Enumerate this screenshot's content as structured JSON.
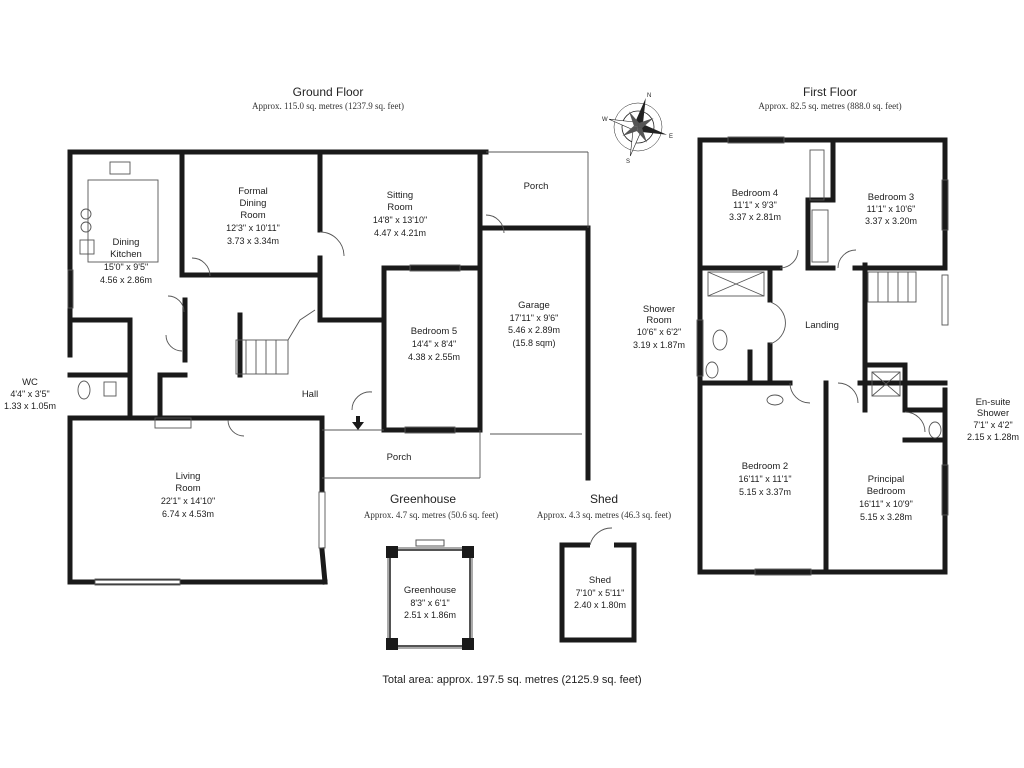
{
  "ground_floor": {
    "title": "Ground Floor",
    "area": "Approx. 115.0 sq. metres (1237.9 sq. feet)",
    "rooms": [
      {
        "name": [
          "Dining",
          "Kitchen"
        ],
        "imperial": "15'0\" x 9'5\"",
        "metric": "4.56 x 2.86m"
      },
      {
        "name": [
          "Formal",
          "Dining",
          "Room"
        ],
        "imperial": "12'3\" x 10'11\"",
        "metric": "3.73 x 3.34m"
      },
      {
        "name": [
          "Sitting",
          "Room"
        ],
        "imperial": "14'8\" x 13'10\"",
        "metric": "4.47 x 4.21m"
      },
      {
        "name": [
          "Porch"
        ],
        "imperial": "",
        "metric": ""
      },
      {
        "name": [
          "Garage"
        ],
        "imperial": "17'11\" x 9'6\"",
        "metric": "5.46 x 2.89m",
        "extra": "(15.8 sqm)"
      },
      {
        "name": [
          "Bedroom 5"
        ],
        "imperial": "14'4\" x 8'4\"",
        "metric": "4.38 x 2.55m"
      },
      {
        "name": [
          "Hall"
        ],
        "imperial": "",
        "metric": ""
      },
      {
        "name": [
          "WC"
        ],
        "imperial": "4'4\" x 3'5\"",
        "metric": "1.33 x 1.05m"
      },
      {
        "name": [
          "Living",
          "Room"
        ],
        "imperial": "22'1\" x 14'10\"",
        "metric": "6.74 x 4.53m"
      },
      {
        "name": [
          "Porch"
        ],
        "imperial": "",
        "metric": ""
      }
    ]
  },
  "first_floor": {
    "title": "First Floor",
    "area": "Approx. 82.5 sq. metres (888.0 sq. feet)",
    "rooms": [
      {
        "name": [
          "Bedroom 4"
        ],
        "imperial": "11'1\" x 9'3\"",
        "metric": "3.37 x 2.81m"
      },
      {
        "name": [
          "Bedroom 3"
        ],
        "imperial": "11'1\" x 10'6\"",
        "metric": "3.37 x 3.20m"
      },
      {
        "name": [
          "Shower",
          "Room"
        ],
        "imperial": "10'6\" x 6'2\"",
        "metric": "3.19 x 1.87m"
      },
      {
        "name": [
          "Landing"
        ],
        "imperial": "",
        "metric": ""
      },
      {
        "name": [
          "En-suite",
          "Shower"
        ],
        "imperial": "7'1\" x 4'2\"",
        "metric": "2.15 x 1.28m"
      },
      {
        "name": [
          "Bedroom 2"
        ],
        "imperial": "16'11\" x 11'1\"",
        "metric": "5.15 x 3.37m"
      },
      {
        "name": [
          "Principal",
          "Bedroom"
        ],
        "imperial": "16'11\" x 10'9\"",
        "metric": "5.15 x 3.28m"
      }
    ]
  },
  "greenhouse": {
    "title": "Greenhouse",
    "area": "Approx. 4.7 sq. metres (50.6 sq. feet)",
    "room": {
      "name": [
        "Greenhouse"
      ],
      "imperial": "8'3\" x 6'1\"",
      "metric": "2.51 x 1.86m"
    }
  },
  "shed": {
    "title": "Shed",
    "area": "Approx. 4.3 sq. metres (46.3 sq. feet)",
    "room": {
      "name": [
        "Shed"
      ],
      "imperial": "7'10\" x 5'11\"",
      "metric": "2.40 x 1.80m"
    }
  },
  "total_area": "Total area: approx. 197.5 sq. metres (2125.9 sq. feet)",
  "compass": {
    "icon": "compass-rose-icon",
    "letters": [
      "N",
      "E",
      "S",
      "W"
    ]
  },
  "colors": {
    "wall": "#1a1a1a",
    "line": "#555555",
    "background": "#ffffff"
  }
}
